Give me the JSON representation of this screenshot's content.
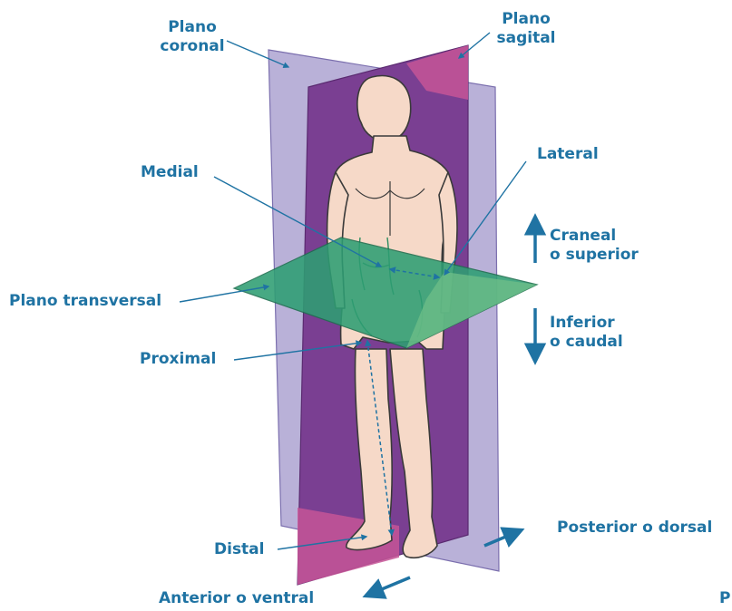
{
  "labels": {
    "coronal": [
      "Plano",
      "coronal"
    ],
    "sagital": [
      "Plano",
      "sagital"
    ],
    "medial": "Medial",
    "lateral": "Lateral",
    "craneal": [
      "Craneal",
      "o superior"
    ],
    "inferior": [
      "Inferior",
      "o caudal"
    ],
    "transversal": "Plano transversal",
    "proximal": "Proximal",
    "distal": "Distal",
    "posterior": "Posterior o dorsal",
    "anterior": "Anterior o ventral",
    "cut_off": "P"
  },
  "colors": {
    "label": "#1f73a3",
    "coronal_plane": "#b9b1d8",
    "sagittal_plane": "#7a3f92",
    "sagittal_top": "#c55597",
    "transverse_plane": "#2e9e73",
    "skin": "#f6d9c8",
    "outline": "#3a3a3a"
  }
}
